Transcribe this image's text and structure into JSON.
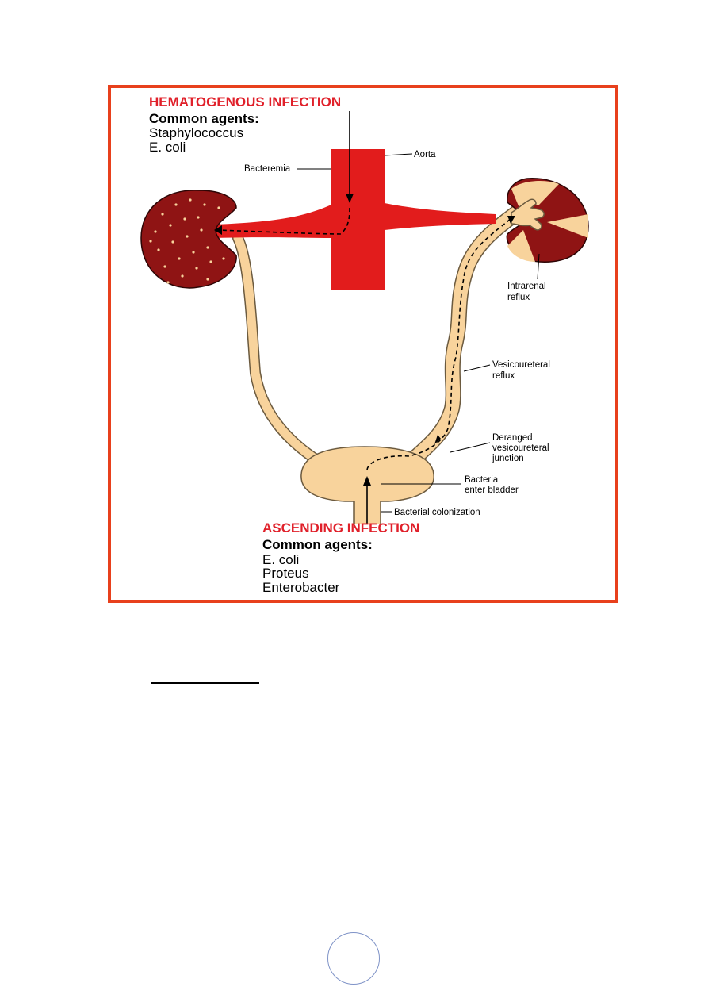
{
  "colors": {
    "border": "#e8401c",
    "aorta": "#e21c1c",
    "kidney_tissue": "#8f1414",
    "urinary_tract": "#f8d39c",
    "heading_red": "#e0202a"
  },
  "hematogenous": {
    "heading": "HEMATOGENOUS INFECTION",
    "agents_title": "Common agents:",
    "agents": [
      "Staphylococcus",
      "E. coli"
    ]
  },
  "labels": {
    "aorta": "Aorta",
    "bacteremia": "Bacteremia",
    "intrarenal": [
      "Intrarenal",
      "reflux"
    ],
    "vesicoureteral": [
      "Vesicoureteral",
      "reflux"
    ],
    "deranged": [
      "Deranged",
      "vesicoureteral",
      "junction"
    ],
    "bacteria_enter": [
      "Bacteria",
      "enter bladder"
    ],
    "colonization": "Bacterial colonization"
  },
  "ascending": {
    "heading": "ASCENDING INFECTION",
    "agents_title": "Common agents:",
    "agents": [
      "E. coli",
      "Proteus",
      "Enterobacter"
    ]
  }
}
